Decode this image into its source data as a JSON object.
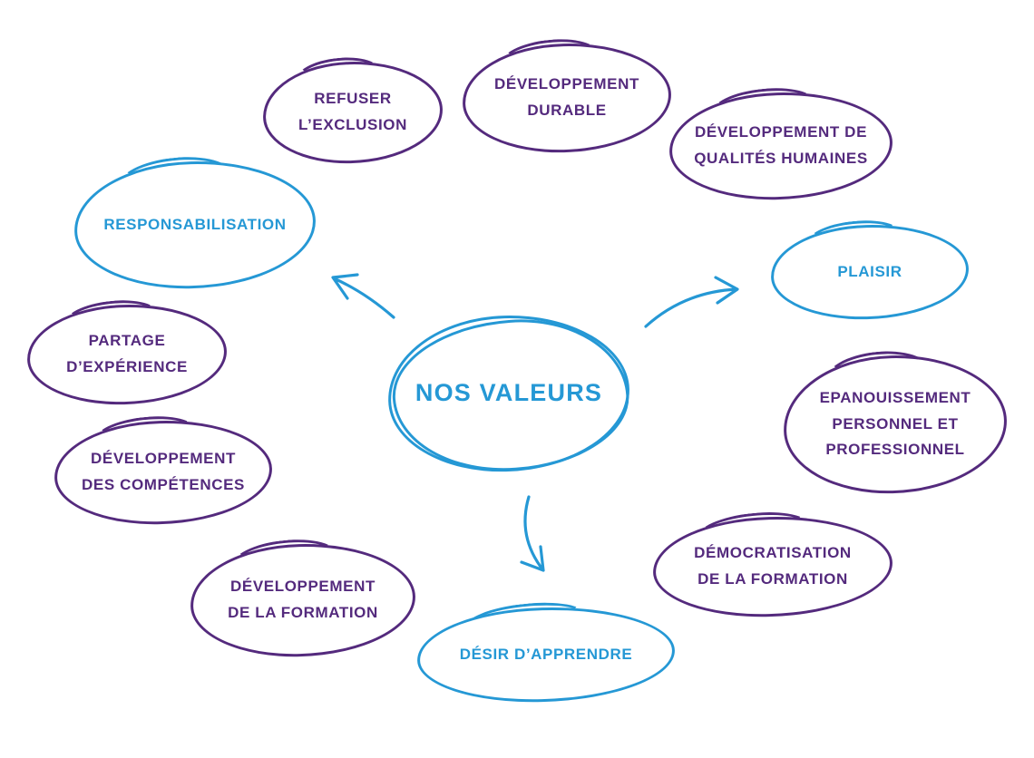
{
  "diagram": {
    "colors": {
      "blue": "#2598d5",
      "purple": "#542a7d",
      "background": "#ffffff"
    },
    "center": {
      "id": "nos-valeurs",
      "label": "NOS VALEURS",
      "color": "blue"
    },
    "nodes": [
      {
        "id": "refuser-exclusion",
        "label": "REFUSER\nL’EXCLUSION",
        "color": "purple"
      },
      {
        "id": "developpement-durable",
        "label": "DÉVELOPPEMENT\nDURABLE",
        "color": "purple"
      },
      {
        "id": "developpement-qualites-humaines",
        "label": "DÉVELOPPEMENT DE\nQUALITÉS HUMAINES",
        "color": "purple"
      },
      {
        "id": "responsabilisation",
        "label": "RESPONSABILISATION",
        "color": "blue"
      },
      {
        "id": "plaisir",
        "label": "PLAISIR",
        "color": "blue"
      },
      {
        "id": "partage-experience",
        "label": "PARTAGE\nD’EXPÉRIENCE",
        "color": "purple"
      },
      {
        "id": "epanouissement",
        "label": "EPANOUISSEMENT\nPERSONNEL ET\nPROFESSIONNEL",
        "color": "purple"
      },
      {
        "id": "developpement-competences",
        "label": "DÉVELOPPEMENT\nDES COMPÉTENCES",
        "color": "purple"
      },
      {
        "id": "democratisation-formation",
        "label": "DÉMOCRATISATION\nDE LA FORMATION",
        "color": "purple"
      },
      {
        "id": "developpement-formation",
        "label": "DÉVELOPPEMENT\nDE LA FORMATION",
        "color": "purple"
      },
      {
        "id": "desir-apprendre",
        "label": "DÉSIR D’APPRENDRE",
        "color": "blue"
      }
    ],
    "arrows": [
      {
        "from": "nos-valeurs",
        "to": "responsabilisation"
      },
      {
        "from": "nos-valeurs",
        "to": "plaisir"
      },
      {
        "from": "nos-valeurs",
        "to": "desir-apprendre"
      }
    ]
  }
}
